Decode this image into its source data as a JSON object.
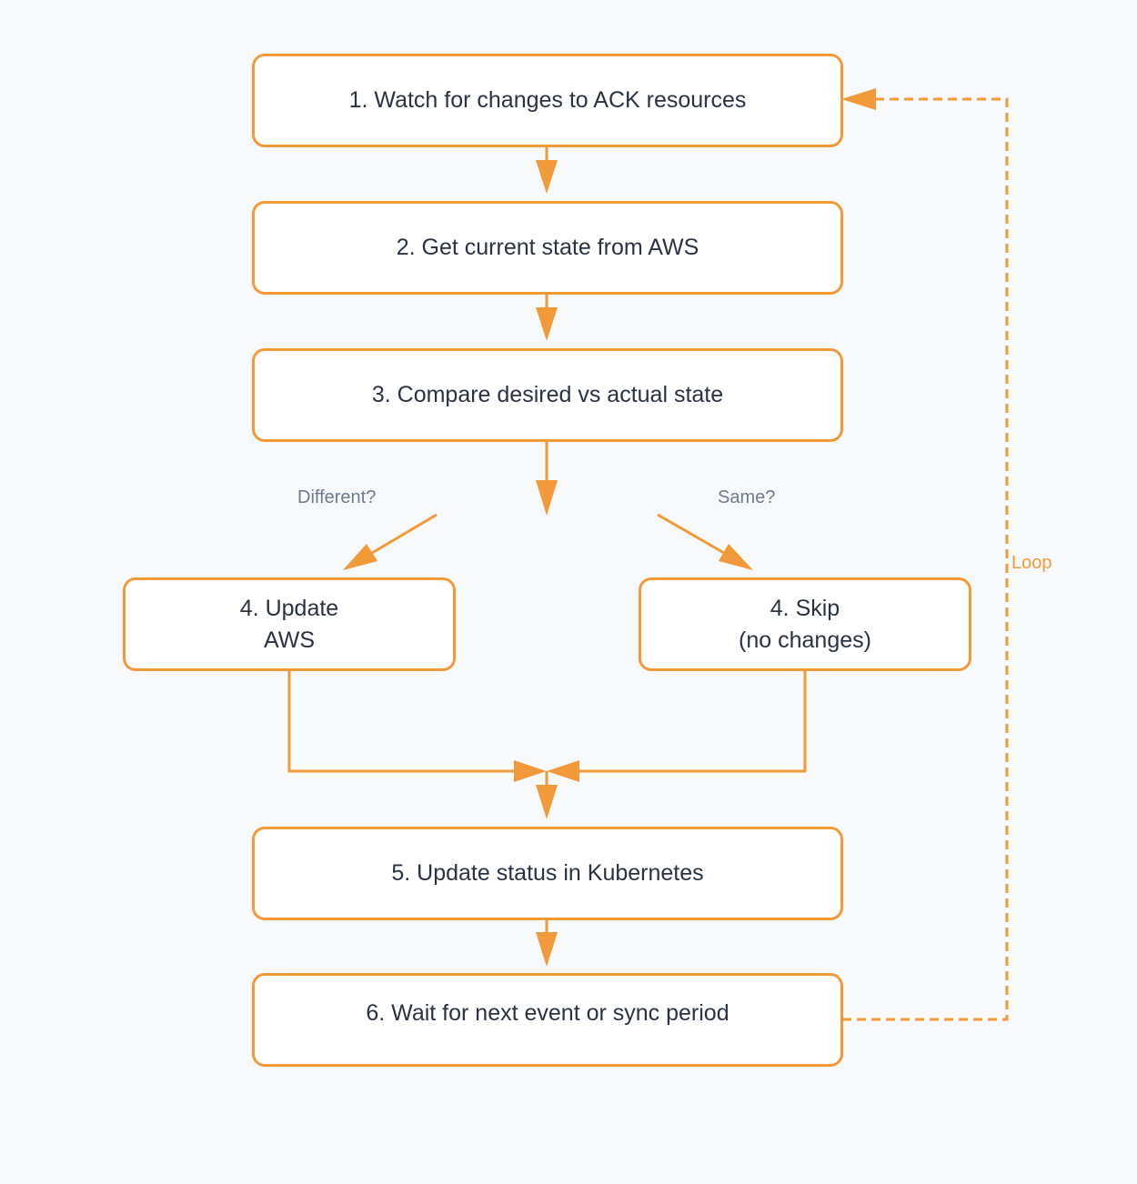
{
  "colors": {
    "background": "#f8f9fa",
    "accent": "#f29a3a",
    "box_fill": "#ffffff",
    "text": "#2a3342",
    "muted_text": "#6e7a8e"
  },
  "steps": {
    "watch": "1. Watch for changes to ACK resources",
    "get_state": "2. Get current state from AWS",
    "compare": "3. Compare desired vs actual state",
    "update_aws_line1": "4. Update",
    "update_aws_line2": "AWS",
    "skip_line1": "4. Skip",
    "skip_line2": "(no changes)",
    "update_status": "5. Update status in Kubernetes",
    "wait": "6. Wait for next event or sync period"
  },
  "labels": {
    "different": "Different?",
    "same": "Same?",
    "loop": "Loop"
  }
}
